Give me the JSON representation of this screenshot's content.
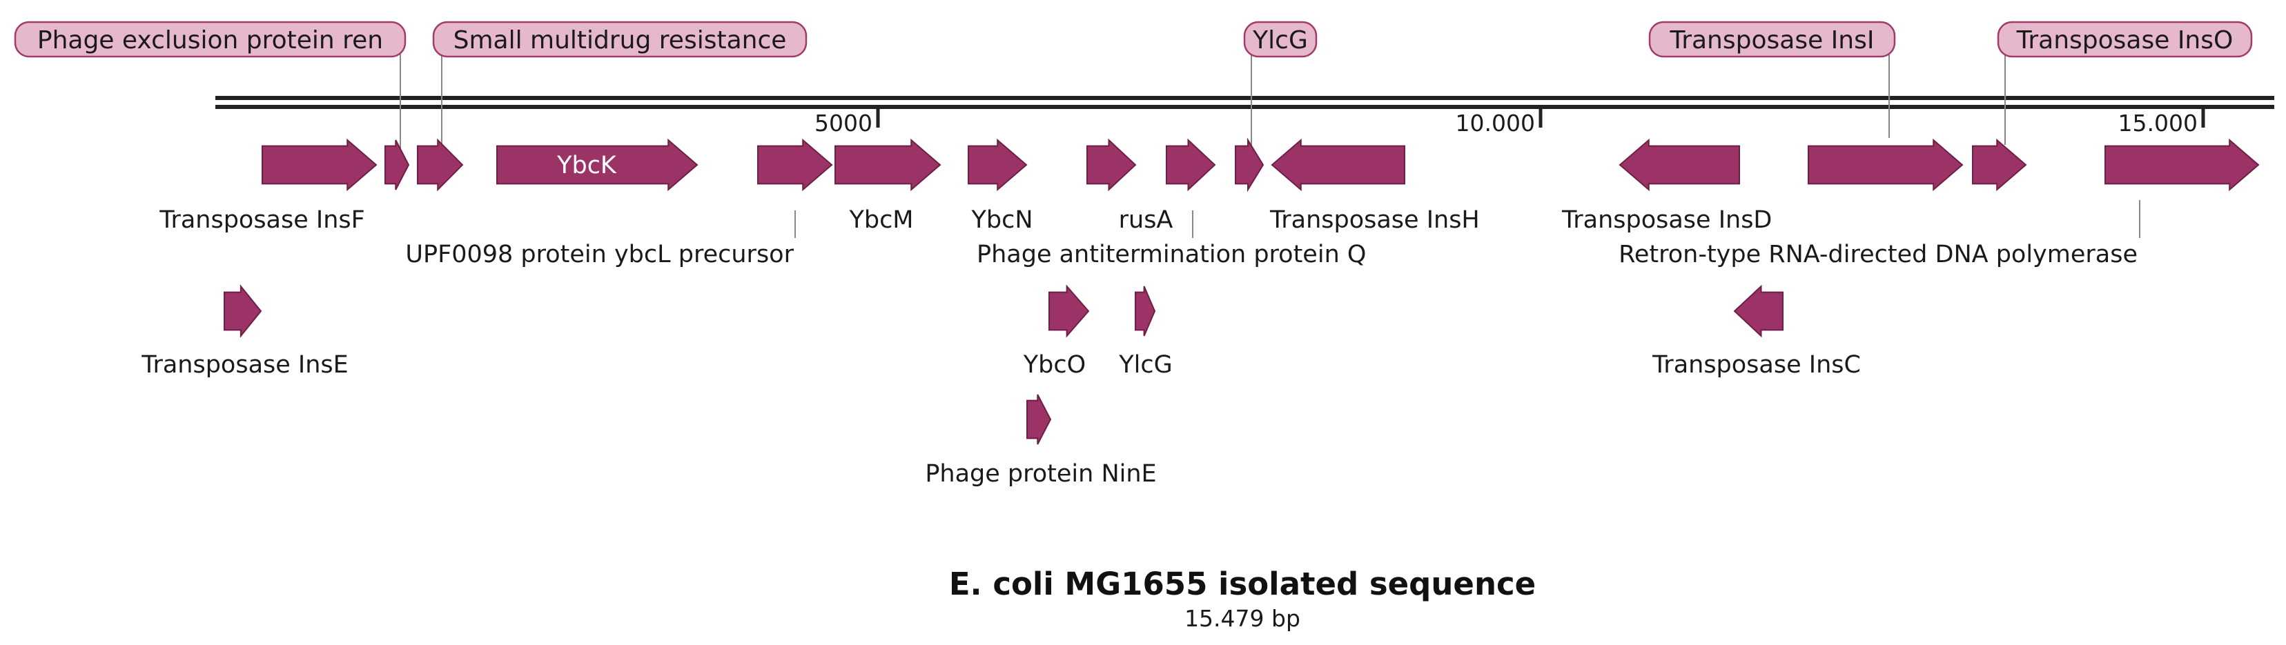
{
  "title": "E. coli MG1655 isolated sequence",
  "length_label": "15.479 bp",
  "colors": {
    "feature_fill": "#9b3366",
    "feature_stroke": "#6e1f47",
    "callout_fill": "#e6b8cc",
    "callout_stroke": "#a23b6b",
    "backbone": "#222222",
    "leader": "#888888"
  },
  "ticks": [
    {
      "bp": 5000,
      "label": "5000"
    },
    {
      "bp": 10000,
      "label": "10.000"
    },
    {
      "bp": 15000,
      "label": "15.000"
    }
  ],
  "features": [
    {
      "name": "Transposase InsF",
      "strand": "+",
      "label_mode": "below",
      "row": 0
    },
    {
      "name": "Phage exclusion protein ren",
      "strand": "+",
      "label_mode": "callout",
      "row": 0
    },
    {
      "name": "Small multidrug resistance",
      "strand": "+",
      "label_mode": "callout",
      "row": 0
    },
    {
      "name": "YbcK",
      "strand": "+",
      "label_mode": "inside",
      "row": 0
    },
    {
      "name": "UPF0098 protein ybcL precursor",
      "strand": "+",
      "label_mode": "below-leader",
      "row": 0
    },
    {
      "name": "YbcM",
      "strand": "+",
      "label_mode": "below",
      "row": 0
    },
    {
      "name": "YbcN",
      "strand": "+",
      "label_mode": "below",
      "row": 0
    },
    {
      "name": "rusA",
      "strand": "+",
      "label_mode": "below",
      "row": 0
    },
    {
      "name": "Phage antitermination protein Q",
      "strand": "+",
      "label_mode": "below-leader",
      "row": 0
    },
    {
      "name": "YlcG",
      "strand": "+",
      "label_mode": "callout",
      "row": 0
    },
    {
      "name": "Transposase InsH",
      "strand": "-",
      "label_mode": "below",
      "row": 0
    },
    {
      "name": "Transposase InsD",
      "strand": "-",
      "label_mode": "below",
      "row": 0
    },
    {
      "name": "Transposase InsI",
      "strand": "+",
      "label_mode": "callout",
      "row": 0
    },
    {
      "name": "Transposase InsO",
      "strand": "+",
      "label_mode": "callout",
      "row": 0
    },
    {
      "name": "Retron-type RNA-directed DNA polymerase",
      "strand": "+",
      "label_mode": "below-leader",
      "row": 0
    },
    {
      "name": "Transposase InsE",
      "strand": "+",
      "label_mode": "below",
      "row": 1
    },
    {
      "name": "YbcO",
      "strand": "+",
      "label_mode": "below",
      "row": 1
    },
    {
      "name": "YlcG",
      "strand": "+",
      "label_mode": "below",
      "row": 1
    },
    {
      "name": "Transposase InsC",
      "strand": "-",
      "label_mode": "below",
      "row": 1
    },
    {
      "name": "Phage protein NinE",
      "strand": "+",
      "label_mode": "below",
      "row": 2
    }
  ]
}
